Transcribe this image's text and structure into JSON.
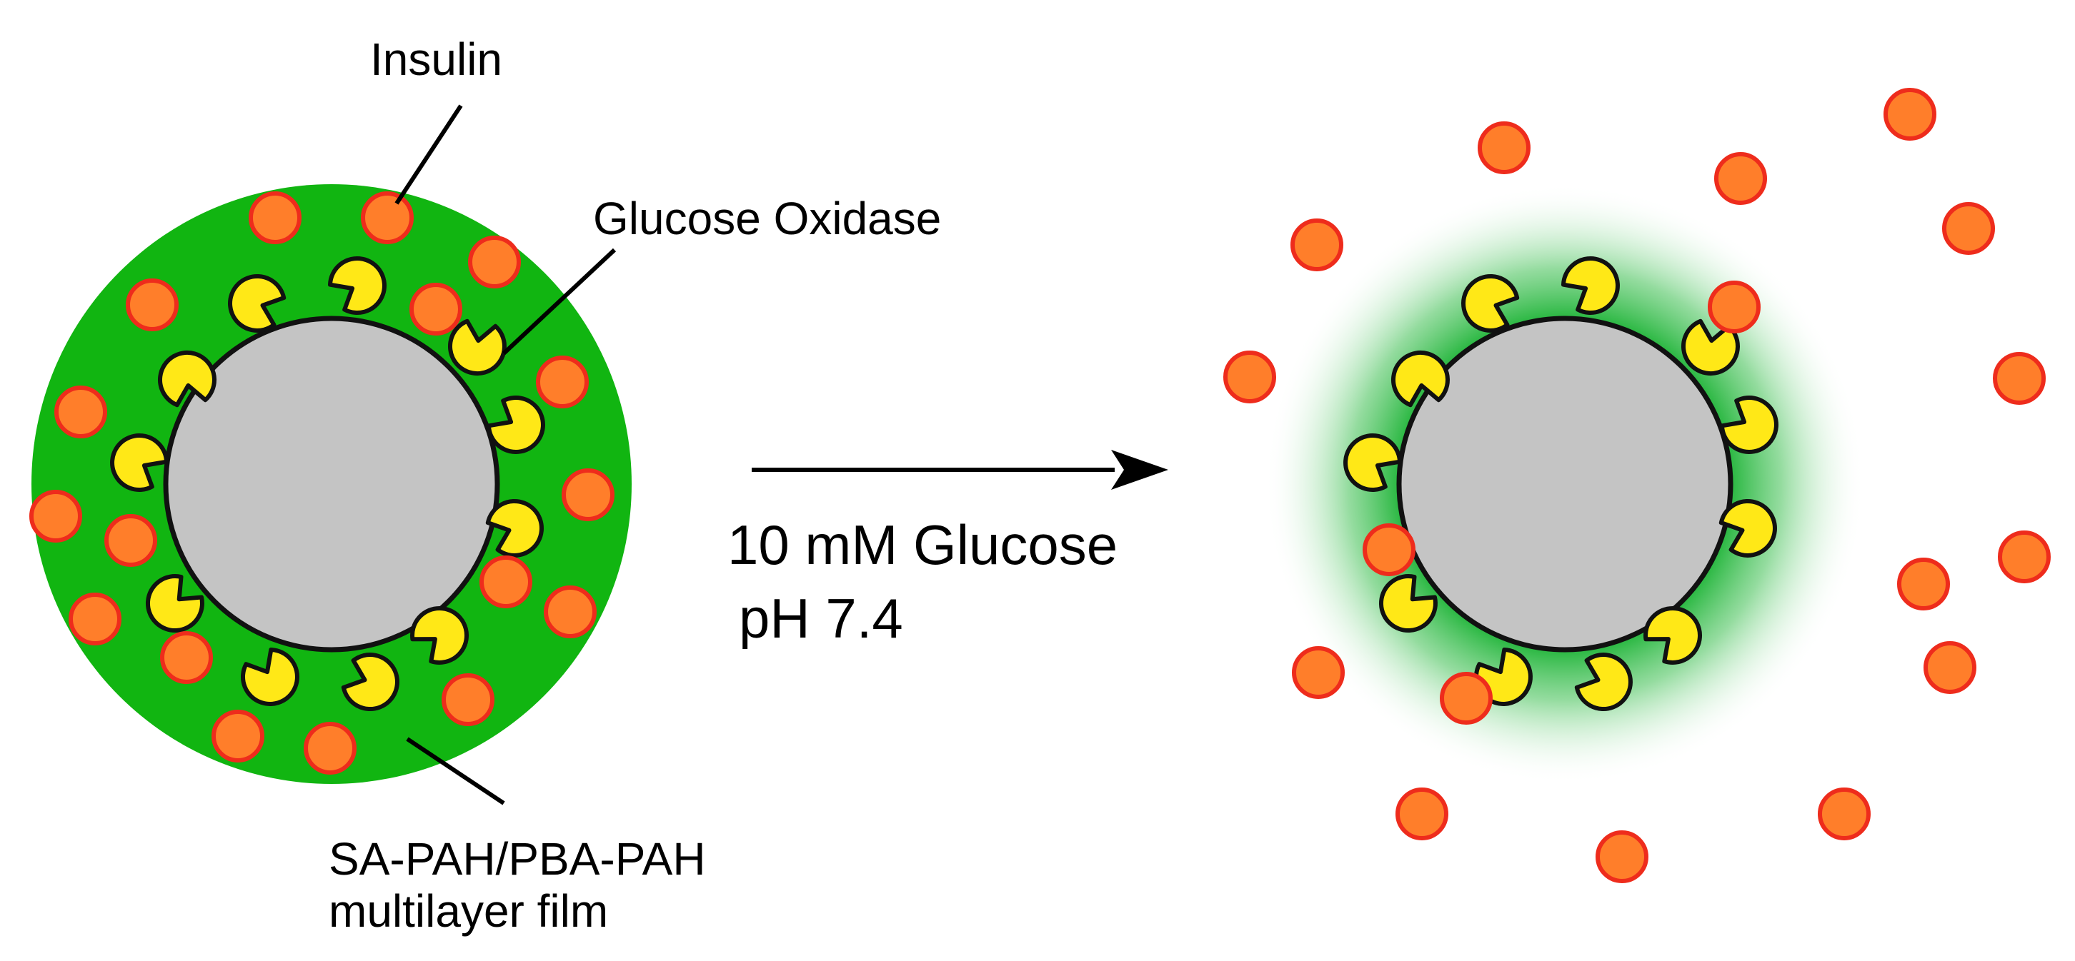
{
  "labels": {
    "insulin": "Insulin",
    "glucose_oxidase": "Glucose Oxidase",
    "film_line1": "SA-PAH/PBA-PAH",
    "film_line2": "multilayer film",
    "condition_line1": "10 mM Glucose",
    "condition_line2": "pH 7.4"
  },
  "colors": {
    "film": "#11b511",
    "core": "#c4c4c4",
    "insulin_fill": "#ff7e2a",
    "insulin_stroke": "#ee2c1c",
    "enzyme_fill": "#ffe817",
    "outline": "#111111"
  },
  "icons": {
    "insulin": "orange-circle",
    "glucose_oxidase": "yellow-pacman"
  }
}
